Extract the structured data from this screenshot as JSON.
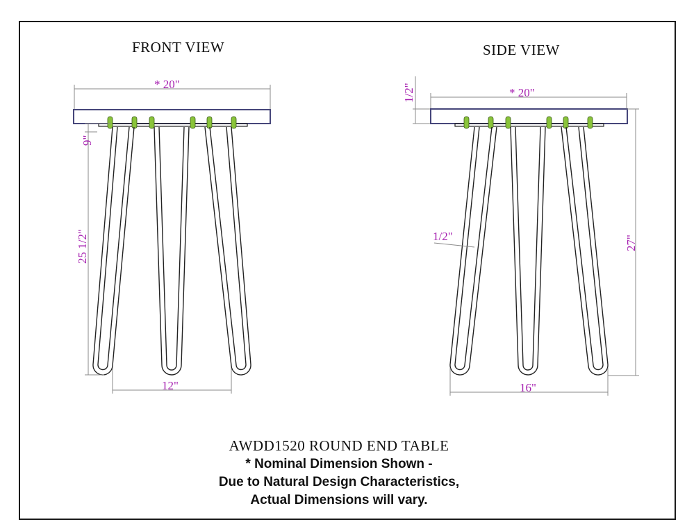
{
  "colors": {
    "dimension": "#a61fb0",
    "outline": "#222222",
    "tabletop": "#46467a",
    "screw": "#8ac43a",
    "leader": "#8a8a8a"
  },
  "front_view": {
    "title": "FRONT VIEW",
    "width_label": "* 20\"",
    "leg_spacing_label": "12\"",
    "gap_label_rot": "9\"",
    "leg_height_label_rot": "25 1/2\""
  },
  "side_view": {
    "title": "SIDE VIEW",
    "width_label": "* 20\"",
    "leg_spacing_label": "16\"",
    "thickness_label_rot": "1/2\"",
    "rod_label": "1/2\"",
    "total_height_label_rot": "27\""
  },
  "caption": {
    "model": "AWDD1520   ROUND END TABLE",
    "note_line1": "* Nominal Dimension Shown -",
    "note_line2": "Due to Natural Design Characteristics,",
    "note_line3": "Actual Dimensions will vary."
  }
}
